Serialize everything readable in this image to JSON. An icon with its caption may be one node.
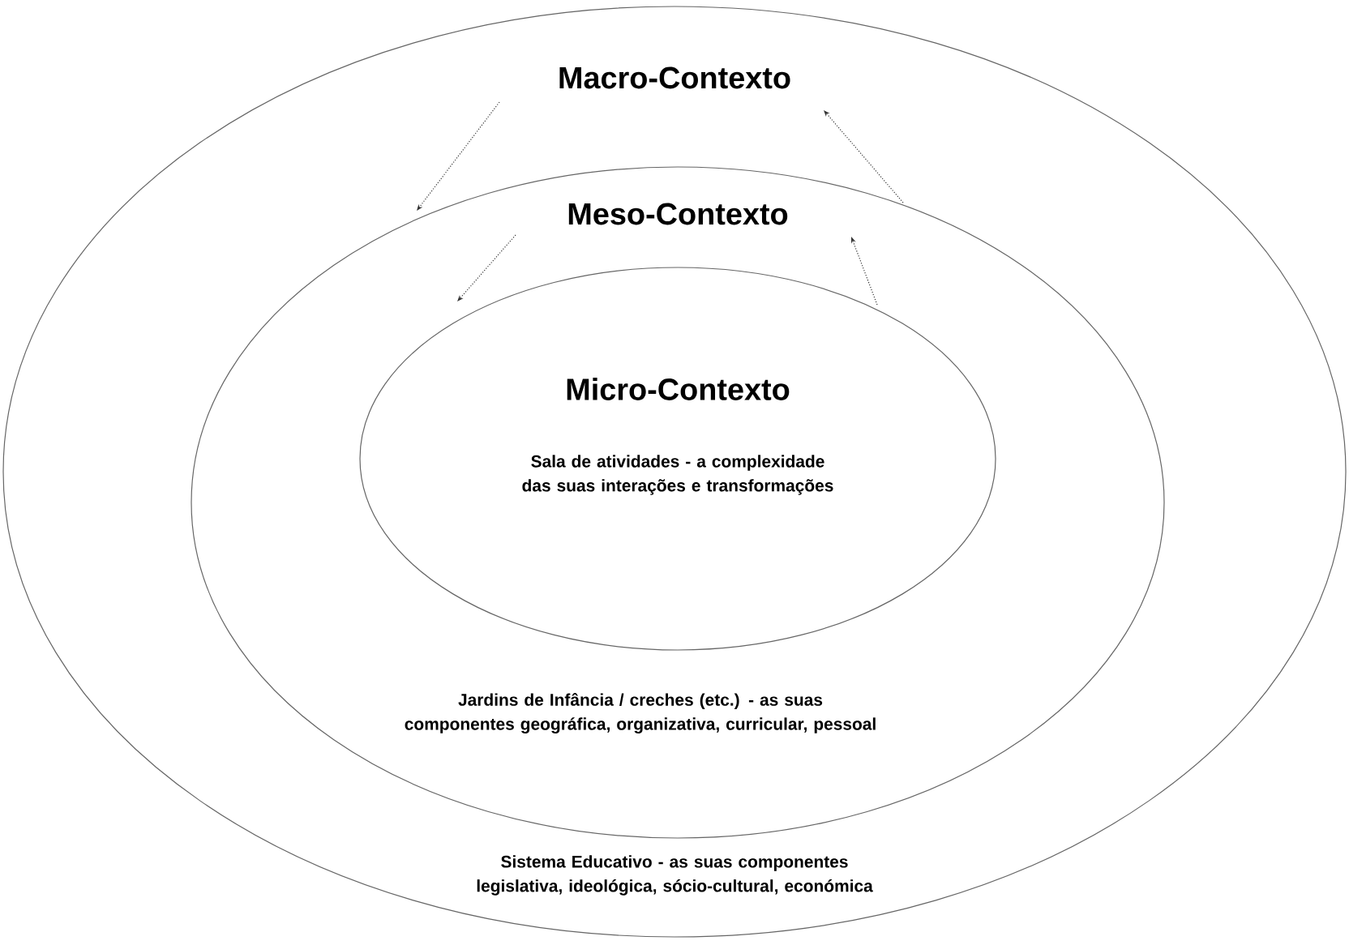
{
  "diagram": {
    "nodes": [
      {
        "text": [
          "Macro-Contexto",
          "Sistema Educativo - as suas componentes legislativa, ideológica, sócio-cultural, económica"
        ]
      },
      {
        "text": [
          "Meso-Contexto",
          "Jardins de Infância / creches (etc.) - as suas componentes geográfica, organizativa, curricular, pessoal"
        ],
        "in": 0
      },
      {
        "text": [
          "Micro-Contexto",
          "Sala de atividades - a complexidade das suas interações e transformações"
        ],
        "in": 1
      }
    ],
    "edges": [
      {
        "from": 0,
        "to": 1,
        "arrow": "to",
        "style": "dashed"
      },
      {
        "from": 1,
        "to": 0,
        "arrow": "to",
        "style": "dashed"
      },
      {
        "from": 1,
        "to": 2,
        "arrow": "to",
        "style": "dashed"
      },
      {
        "from": 2,
        "to": 1,
        "arrow": "to",
        "style": "dashed"
      }
    ]
  }
}
